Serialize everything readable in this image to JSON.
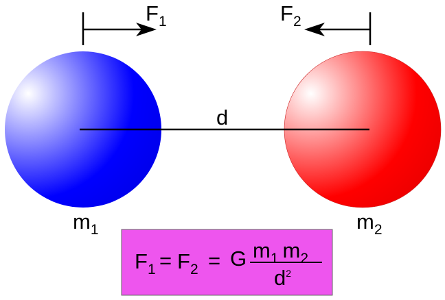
{
  "forces": {
    "f1": {
      "symbol": "F",
      "index": "1"
    },
    "f2": {
      "symbol": "F",
      "index": "2"
    }
  },
  "masses": {
    "m1": {
      "symbol": "m",
      "index": "1"
    },
    "m2": {
      "symbol": "m",
      "index": "2"
    }
  },
  "distance": {
    "label": "d"
  },
  "formula": {
    "lhs_symbol": "F",
    "lhs_index": "1",
    "equals_1": "=",
    "mid_symbol": "F",
    "mid_index": "2",
    "equals_2": "=",
    "constant": "G",
    "num_m1_symbol": "m",
    "num_m1_index": "1",
    "num_m2_symbol": "m",
    "num_m2_index": "2",
    "den_symbol": "d",
    "den_exponent": "2"
  },
  "colors": {
    "mass_1": "#0000ff",
    "mass_2": "#ff0000",
    "formula_box": "#ee55ee",
    "formula_box_border": "#666666",
    "lines": "#000000"
  }
}
